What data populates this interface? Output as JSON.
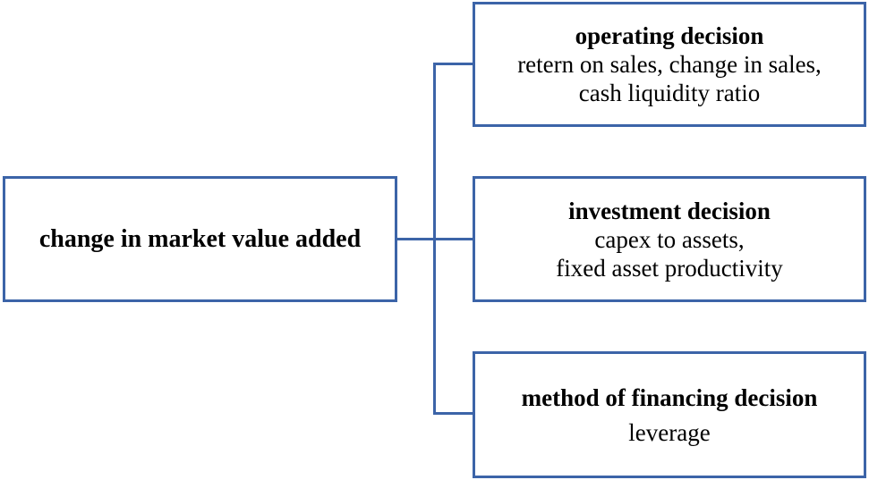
{
  "diagram": {
    "type": "flow-bracket",
    "colors": {
      "border": "#3c64a8",
      "connector": "#3c64a8",
      "text": "#000000",
      "background": "#ffffff"
    },
    "root": {
      "label": "change in market value added"
    },
    "branches": [
      {
        "title": "operating decision",
        "detail_lines": [
          "retern on sales, change in sales,",
          "cash liquidity ratio"
        ]
      },
      {
        "title": "investment decision",
        "detail_lines": [
          "capex to assets,",
          "fixed asset productivity"
        ]
      },
      {
        "title": "method of financing decision",
        "detail_lines": [
          "leverage"
        ]
      }
    ]
  }
}
